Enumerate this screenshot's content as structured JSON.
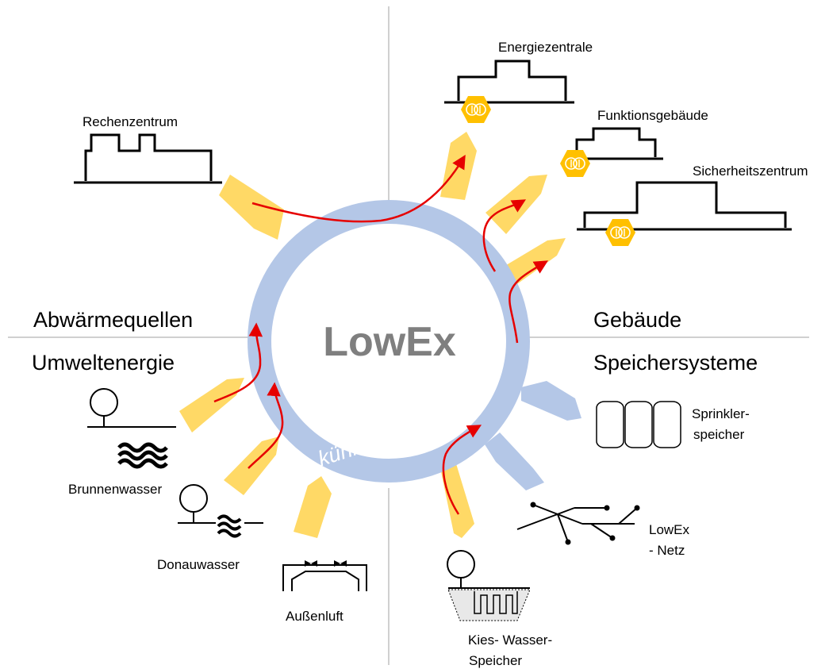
{
  "center_title": "LowEx",
  "ring_label": "kühl",
  "quadrants": {
    "top_left": "Abwärmequellen",
    "top_right": "Gebäude",
    "bottom_left": "Umweltenergie",
    "bottom_right": "Speichersysteme"
  },
  "labels": {
    "rechenzentrum": "Rechenzentrum",
    "energiezentrale": "Energiezentrale",
    "funktionsgebaeude": "Funktionsgebäude",
    "sicherheitszentrum": "Sicherheitszentrum",
    "brunnenwasser": "Brunnenwasser",
    "donauwasser": "Donauwasser",
    "aussenluft": "Außenluft",
    "sprinkler_line1": "Sprinkler-",
    "sprinkler_line2": "speicher",
    "netz_line1": "LowEx",
    "netz_line2": "- Netz",
    "kies_line1": "Kies- Wasser-",
    "kies_line2": "Speicher"
  },
  "colors": {
    "ring": "#b4c7e7",
    "active_connector": "#ffd966",
    "inactive_connector": "#b4c7e7",
    "flow_arrow": "#e60000",
    "heat_pump_badge": "#ffc000",
    "center_text": "#7f7f7f",
    "divider": "#d0d0d0"
  },
  "icons": {
    "heat_pump": "heat-pump-icon",
    "pump": "pump-icon",
    "water_waves": "water-waves-icon",
    "building": "building-icon"
  }
}
